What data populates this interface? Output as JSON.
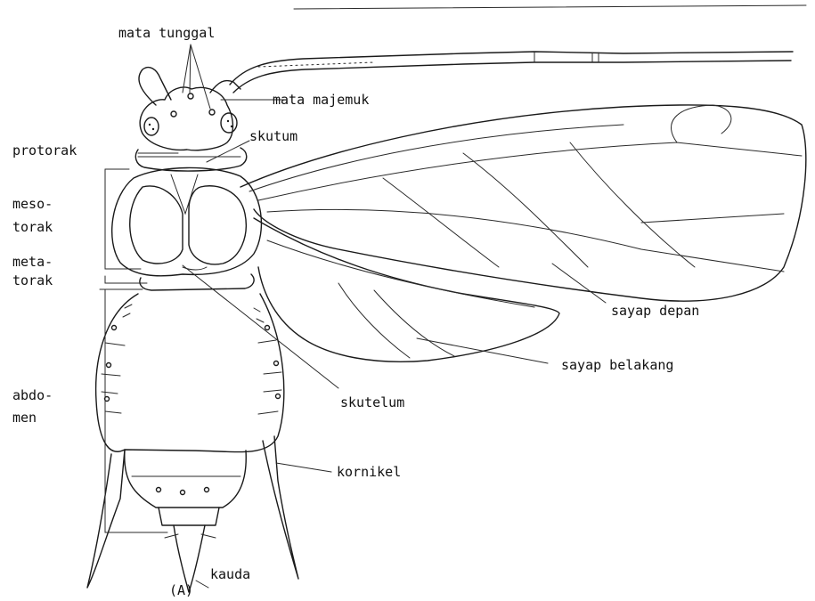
{
  "labels": {
    "mata_tunggal": "mata tunggal",
    "mata_majemuk": "mata majemuk",
    "protorak": "protorak",
    "skutum": "skutum",
    "mesotorak_1": "meso-",
    "mesotorak_2": "torak",
    "metatorak_1": "meta-",
    "metatorak_2": "torak",
    "abdomen_1": "abdo-",
    "abdomen_2": "men",
    "sayap_depan": "sayap depan",
    "sayap_belakang": "sayap belakang",
    "skutelum": "skutelum",
    "kornikel": "kornikel",
    "kauda": "kauda",
    "figure_tag": "(A)"
  },
  "colors": {
    "ink": "#1a1a1a",
    "background": "#ffffff"
  }
}
